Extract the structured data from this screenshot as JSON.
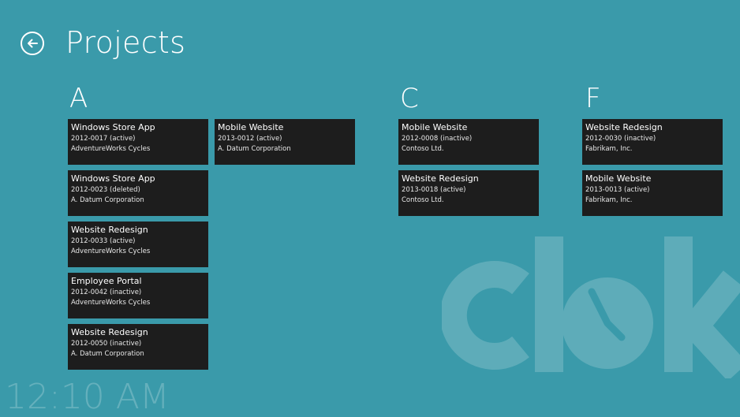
{
  "header": {
    "title": "Projects"
  },
  "clock": {
    "time": "12:10 AM"
  },
  "groups": [
    {
      "letter": "A",
      "tiles": [
        {
          "name": "Windows Store App",
          "number": "2012-0017 (active)",
          "customer": "AdventureWorks Cycles"
        },
        {
          "name": "Windows Store App",
          "number": "2012-0023 (deleted)",
          "customer": "A. Datum Corporation"
        },
        {
          "name": "Website Redesign",
          "number": "2012-0033 (active)",
          "customer": "AdventureWorks Cycles"
        },
        {
          "name": "Employee Portal",
          "number": "2012-0042 (inactive)",
          "customer": "AdventureWorks Cycles"
        },
        {
          "name": "Website Redesign",
          "number": "2012-0050 (inactive)",
          "customer": "A. Datum Corporation"
        },
        {
          "name": "Mobile Website",
          "number": "2013-0012 (active)",
          "customer": "A. Datum Corporation"
        }
      ]
    },
    {
      "letter": "C",
      "tiles": [
        {
          "name": "Mobile Website",
          "number": "2012-0008 (inactive)",
          "customer": "Contoso Ltd."
        },
        {
          "name": "Website Redesign",
          "number": "2013-0018 (active)",
          "customer": "Contoso Ltd."
        }
      ]
    },
    {
      "letter": "F",
      "tiles": [
        {
          "name": "Website Redesign",
          "number": "2012-0030 (inactive)",
          "customer": "Fabrikam, Inc."
        },
        {
          "name": "Mobile Website",
          "number": "2013-0013 (active)",
          "customer": "Fabrikam, Inc."
        }
      ]
    }
  ],
  "colors": {
    "background": "#3a9aaa",
    "tile": "#1d1d1d",
    "text": "#ffffff"
  },
  "icons": {
    "back": "back-arrow-icon"
  }
}
